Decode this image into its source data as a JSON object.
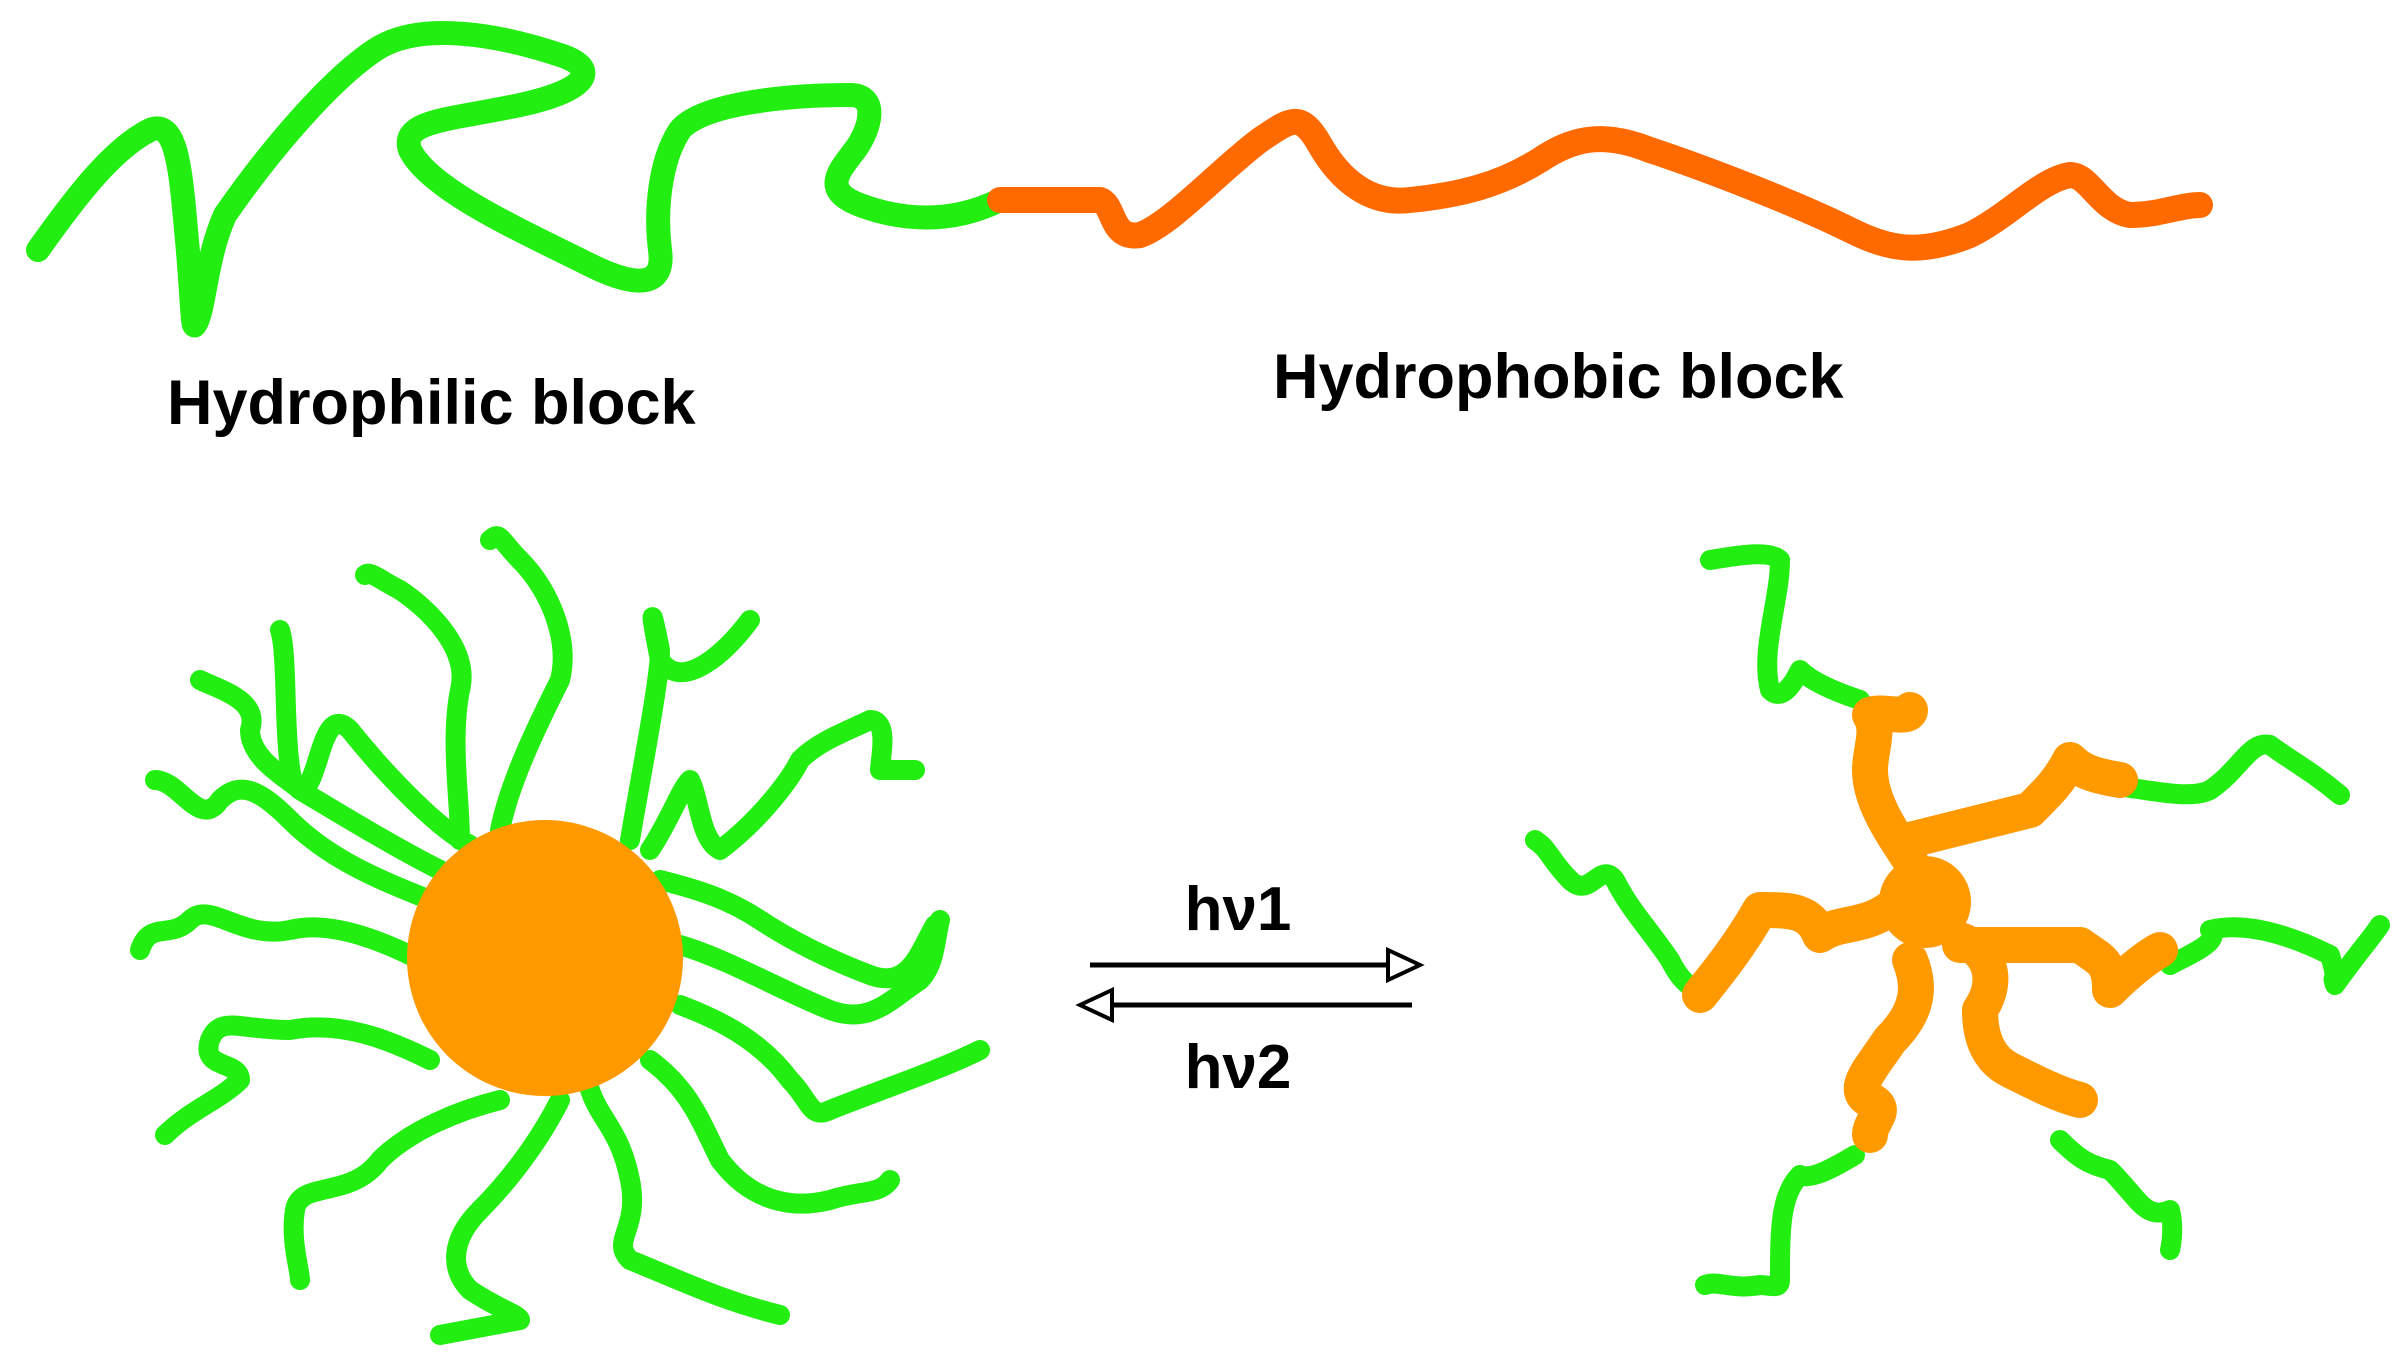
{
  "labels": {
    "hydrophilic": "Hydrophilic block",
    "hydrophobic": "Hydrophobic block",
    "forward": "hν1",
    "backward": "hν2"
  },
  "colors": {
    "hydrophilic": "#22ee11",
    "hydrophobic_linear": "#ff6a00",
    "core": "#ff9900",
    "arrow": "#000000"
  }
}
